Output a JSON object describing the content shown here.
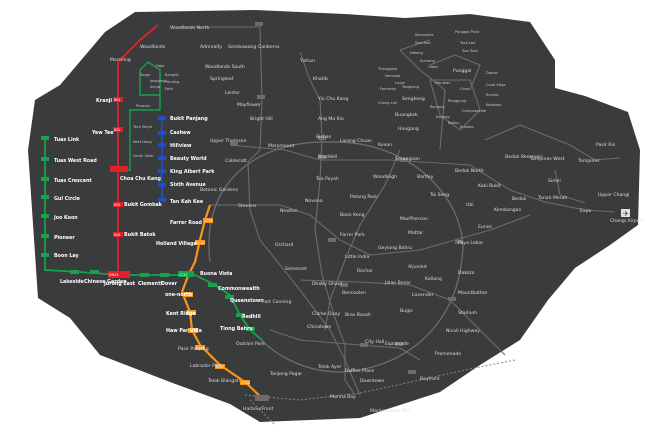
{
  "colors": {
    "background": "#3a3b3d",
    "north_south": "#e3202a",
    "east_west": "#15a34a",
    "circle": "#f7941d",
    "bukit_panjang": "#1f4fc1",
    "inactive": "#6c6c6c"
  },
  "north_south": {
    "woodlands_north": "Woodlands North",
    "marsiling": "Marsiling",
    "woodlands": "Woodlands",
    "admiralty": "Admiralty",
    "sembawang": "Sembawang",
    "canberra": "Canberra",
    "yishun": "Yishun",
    "khatib": "Khatib",
    "kranji": "Kranji",
    "yew_tee": "Yew Tee",
    "choa_chu_kang": "Choa Chu Kang",
    "bukit_gombak": "Bukit Gombak",
    "bukit_batok": "Bukit Batok",
    "jurong_east": "Jurong East"
  },
  "east_west": {
    "tuas_link": "Tuas Link",
    "tuas_west_road": "Tuas West Road",
    "tuas_crescent": "Tuas Crescent",
    "gul_circle": "Gul Circle",
    "joo_koon": "Joo Koon",
    "pioneer": "Pioneer",
    "boon_lay": "Boon Lay",
    "lakeside": "Lakeside",
    "chinese_garden": "Chinese Garden",
    "clementi": "Clementi",
    "dover": "Dover",
    "buona_vista": "Buona Vista",
    "commonwealth": "Commonwealth",
    "queenstown": "Queenstown",
    "redhill": "Redhill",
    "tiong_bahru": "Tiong Bahru",
    "outram_park": "Outram Park"
  },
  "circle": {
    "botanic_gardens": "Botanic Gardens",
    "farrer_road": "Farrer Road",
    "holland_village": "Holland Village",
    "one_north": "one-north",
    "kent_ridge": "Kent Ridge",
    "haw_par_villa": "Haw Par Villa",
    "pasir_panjang": "Pasir Panjang",
    "labrador_park": "Labrador Park",
    "telok_blangah": "Telok Blangah",
    "harbourfront": "HarbourFront"
  },
  "bukit_panjang": {
    "bukit_panjang": "Bukit Panjang",
    "cashew": "Cashew",
    "hillview": "Hillview",
    "beauty_world": "Beauty World",
    "king_albert_park": "King Albert Park",
    "sixth_avenue": "Sixth Avenue",
    "tan_kah_kee": "Tan Kah Kee",
    "south_view": "South View",
    "keat_hong": "Keat Hong",
    "teck_whye": "Teck Whye",
    "phoenix": "Phoenix",
    "senja": "Senja",
    "jelapang": "Jelapang",
    "segar": "Segar",
    "fajar": "Fajar",
    "bangkit": "Bangkit",
    "pending": "Pending",
    "petir": "Petir"
  },
  "inactive": {
    "woodlands_south": "Woodlands South",
    "springleaf": "Springleaf",
    "lentor": "Lentor",
    "mayflower": "Mayflower",
    "bright_hill": "Bright Hill",
    "upper_thomson": "Upper Thomson",
    "caldecott": "Caldecott",
    "yio_chu_kang": "Yio Chu Kang",
    "ang_mo_kio": "Ang Mo Kio",
    "bishan": "Bishan",
    "lorong_chuan": "Lorong Chuan",
    "marymount": "Marymount",
    "braddell": "Braddell",
    "toa_payoh": "Toa Payoh",
    "novena": "Novena",
    "newton": "Newton",
    "stevens": "Stevens",
    "orchard": "Orchard",
    "somerset": "Somerset",
    "dhoby_ghaut": "Dhoby Ghaut",
    "clarke_quay": "Clarke Quay",
    "chinatown": "Chinatown",
    "fort_canning": "Fort Canning",
    "bras_basah": "Bras Basah",
    "bencoolen": "Bencoolen",
    "city_hall": "City Hall",
    "esplanade": "Esplanade",
    "promenade": "Promenade",
    "raffles_place": "Raffles Place",
    "downtown": "Downtown",
    "bayfront": "Bayfront",
    "marina_bay": "Marina Bay",
    "marina_south_pier": "Marina South Pier",
    "telok_ayer": "Telok Ayer",
    "tanjong_pagar": "Tanjong Pagar",
    "kovan": "Kovan",
    "serangoon": "Serangoon",
    "woodleigh": "Woodleigh",
    "potong_pasir": "Potong Pasir",
    "boon_keng": "Boon Keng",
    "farrer_park": "Farrer Park",
    "little_india": "Little India",
    "rochor": "Rochor",
    "bartley": "Bartley",
    "tai_seng": "Tai Seng",
    "macpherson": "MacPherson",
    "mattar": "Mattar",
    "geylang_bahru": "Geylang Bahru",
    "aljunied": "Aljunied",
    "kallang": "Kallang",
    "lavender": "Lavender",
    "bugis": "Bugis",
    "jalan_besar": "Jalan Besar",
    "paya_lebar": "Paya Lebar",
    "dakota": "Dakota",
    "mountbatten": "Mountbatten",
    "stadium": "Stadium",
    "nicoll_highway": "Nicoll Highway",
    "eunos": "Eunos",
    "kembangan": "Kembangan",
    "bedok": "Bedok",
    "tanah_merah": "Tanah Merah",
    "simei": "Simei",
    "tampines": "Tampines",
    "tampines_west": "Tampines West",
    "bedok_reservoir": "Bedok Reservoir",
    "bedok_north": "Bedok North",
    "kaki_bukit": "Kaki Bukit",
    "ubi": "Ubi",
    "pasir_ris": "Pasir Ris",
    "upper_changi": "Upper Changi",
    "expo": "Expo",
    "changi_airport": "Changi Airport",
    "hougang": "Hougang",
    "buangkok": "Buangkok",
    "sengkang": "Sengkang",
    "punggol": "Punggol",
    "tanjong_pagar_short": "Tanjong Pagar"
  },
  "lrt_ne": [
    "Samudera",
    "Punggol Point",
    "Sam Kee",
    "Teck Lee",
    "Nibong",
    "Soo Teck",
    "Sumang",
    "Oasis",
    "Damai",
    "Coral Edge",
    "Riviera",
    "Kadaloor",
    "Meridian",
    "Cove",
    "Thanggam",
    "Fernvale",
    "Layar",
    "Tongkang",
    "Renjong",
    "Cheng Lim",
    "Farmway",
    "Kupang",
    "Bakau",
    "Rumbia",
    "Compassvale",
    "Ranggung"
  ],
  "codes": {
    "ns": [
      "NS1",
      "NS2",
      "NS3",
      "NS4"
    ],
    "ew": [
      "EW24",
      "EW21",
      "CC22"
    ],
    "cc": [
      "CC19",
      "CC20",
      "CC21",
      "CC23",
      "CC24",
      "CC25",
      "CC26",
      "CC27",
      "CC28",
      "CC29"
    ]
  }
}
